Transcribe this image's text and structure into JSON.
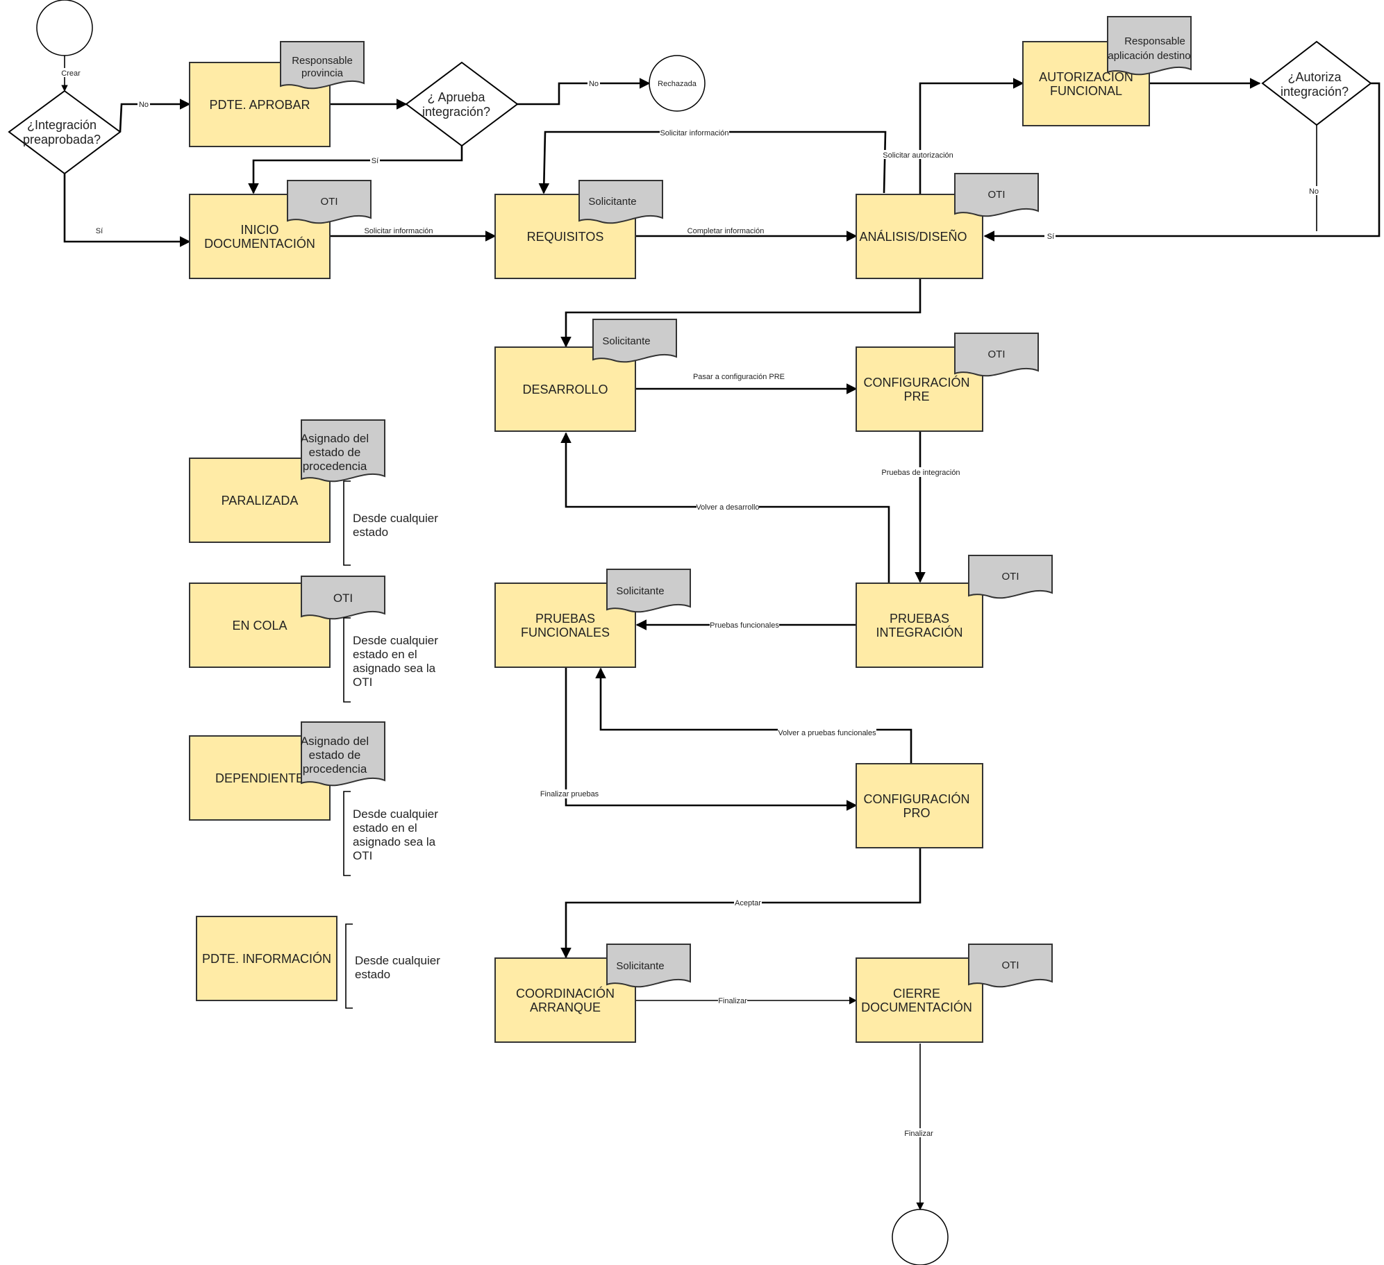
{
  "nodes": {
    "crear": "Crear",
    "integracion_preaprobada": "¿Integración preaprobada?",
    "pdte_aprobar": "PDTE. APROBAR",
    "responsable_provincia": "Responsable provincia",
    "aprueba_integracion": "¿ Aprueba integración?",
    "rechazada": "Rechazada",
    "inicio_documentacion": "INICIO DOCUMENTACIÓN",
    "oti": "OTI",
    "requisitos": "REQUISITOS",
    "solicitante": "Solicitante",
    "analisis_diseno": "ANÁLISIS/DISEÑO",
    "autorizacion_funcional": "AUTORIZACIÓN FUNCIONAL",
    "responsable_aplicacion_destino": "Responsable aplicación destino",
    "autoriza_integracion": "¿Autoriza integración?",
    "desarrollo": "DESARROLLO",
    "configuracion_pre": "CONFIGURACIÓN PRE",
    "pruebas_funcionales": "PRUEBAS FUNCIONALES",
    "pruebas_integracion": "PRUEBAS INTEGRACIÓN",
    "configuracion_pro": "CONFIGURACIÓN PRO",
    "coordinacion_arranque": "COORDINACIÓN ARRANQUE",
    "cierre_documentacion": "CIERRE DOCUMENTACIÓN",
    "paralizada": "PARALIZADA",
    "en_cola": "EN COLA",
    "dependiente": "DEPENDIENTE",
    "pdte_informacion": "PDTE. INFORMACIÓN",
    "asignado_procedencia": "Asignado del estado de procedencia"
  },
  "edges": {
    "no": "No",
    "si": "Sí",
    "solicitar_informacion": "Solicitar información",
    "completar_informacion": "Completar información",
    "solicitar_autorizacion": "Solicitar autorización",
    "pasar_configuracion_pre": "Pasar a configuración PRE",
    "pruebas_de_integracion": "Pruebas de integración",
    "volver_a_desarrollo": "Volver a desarrollo",
    "pruebas_funcionales": "Pruebas funcionales",
    "volver_a_pruebas_funcionales": "Volver a pruebas funcionales",
    "finalizar_pruebas": "Finalizar pruebas",
    "aceptar": "Aceptar",
    "finalizar": "Finalizar"
  },
  "side_notes": {
    "desde_cualquier_estado": "Desde cualquier estado",
    "desde_cualquier_estado_oti": "Desde cualquier estado en el asignado sea la OTI"
  },
  "colors": {
    "process_fill": "#FFEBA6",
    "note_fill": "#CCCCCC",
    "stroke": "#333333"
  }
}
